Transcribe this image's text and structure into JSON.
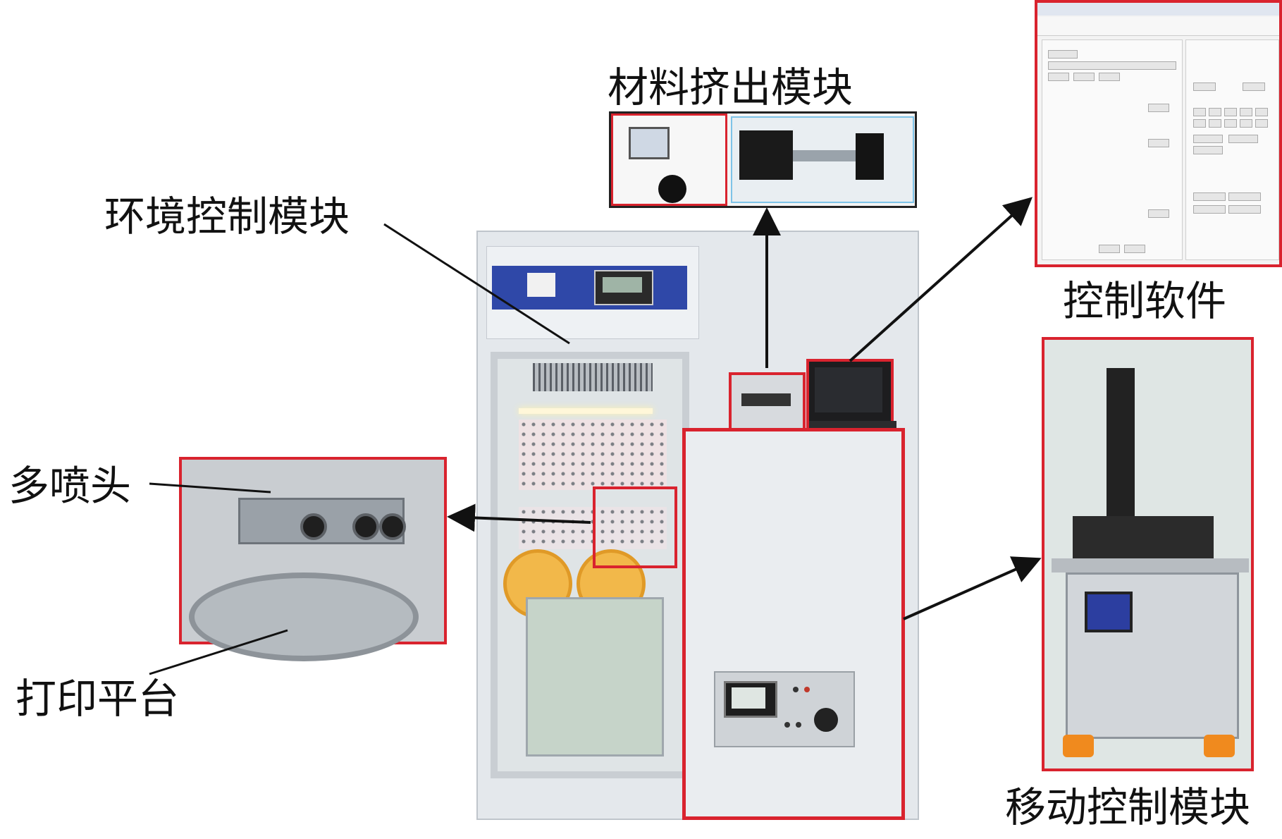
{
  "labels": {
    "material_extrusion": "材料挤出模块",
    "environment_control": "环境控制模块",
    "control_software": "控制软件",
    "multi_nozzle": "多喷头",
    "print_platform": "打印平台",
    "motion_control": "移动控制模块"
  },
  "colors": {
    "highlight_red": "#d9232e",
    "panel_blue": "#2f48a8",
    "glove_orange": "#f2b84a"
  }
}
